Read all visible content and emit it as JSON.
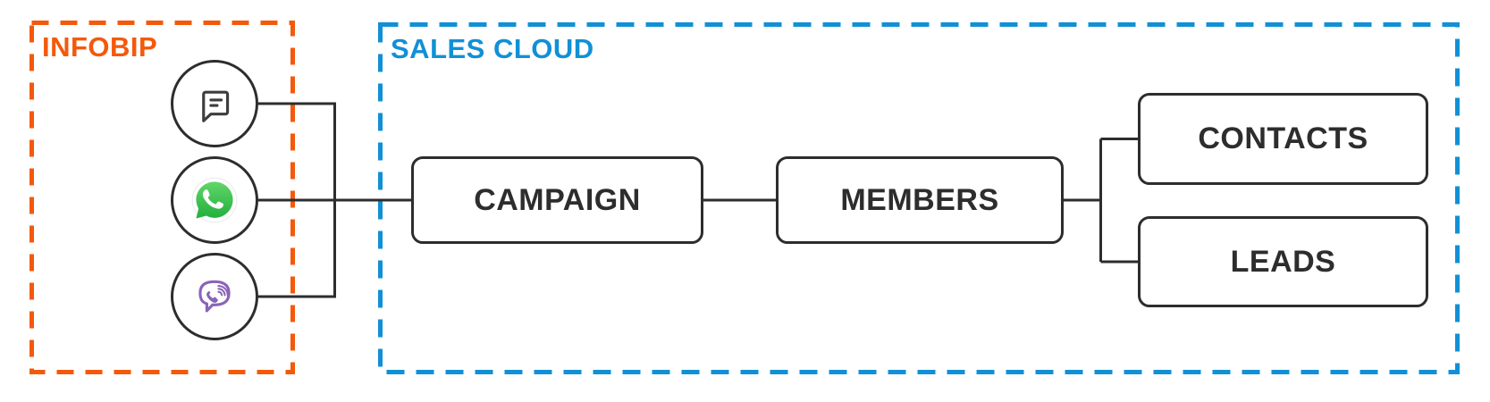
{
  "groups": {
    "infobip": {
      "label": "INFOBIP"
    },
    "sales_cloud": {
      "label": "SALES CLOUD"
    }
  },
  "channels": [
    {
      "id": "sms-chat",
      "icon": "chat-message-icon"
    },
    {
      "id": "whatsapp",
      "icon": "whatsapp-icon"
    },
    {
      "id": "viber",
      "icon": "viber-icon"
    }
  ],
  "nodes": {
    "campaign": {
      "label": "CAMPAIGN"
    },
    "members": {
      "label": "MEMBERS"
    },
    "contacts": {
      "label": "CONTACTS"
    },
    "leads": {
      "label": "LEADS"
    }
  },
  "colors": {
    "infobip-orange": "#F4590B",
    "sales-cloud-blue": "#1190D6",
    "line-dark": "#2D2D2D",
    "icon-gray": "#3D3D3D",
    "whatsapp-green-light": "#61D66A",
    "whatsapp-green-dark": "#23AF3D",
    "viber-purple": "#8A63B8"
  }
}
